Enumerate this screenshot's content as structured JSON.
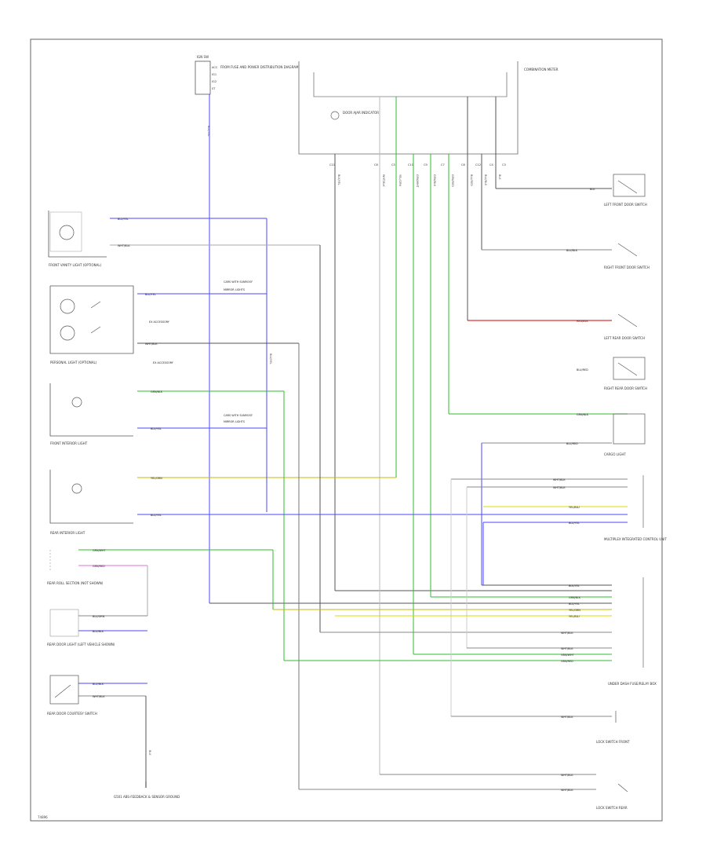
{
  "diagram": {
    "footer_code": "74896",
    "header_connector": {
      "name": "IGN SW",
      "pins": [
        "ACC",
        "IG1",
        "IG2",
        "ST"
      ],
      "note": "FROM FUSE AND POWER DISTRIBUTION DIAGRAM",
      "wire": "BLK/YEL"
    },
    "combination_meter": {
      "name": "COMBINATION METER",
      "indicator": "DOOR AJAR INDICATOR",
      "pins": [
        "C11",
        "C8",
        "C5",
        "C10",
        "C9",
        "C7",
        "C6",
        "C12",
        "C4",
        "C3"
      ]
    },
    "components": {
      "front_vanity": "FRONT VANITY LIGHT (OPTIONAL)",
      "personal_light": "PERSONAL LIGHT (OPTIONAL)",
      "front_interior": "FRONT INTERIOR LIGHT",
      "rear_interior": "REAR INTERIOR LIGHT",
      "rear_roll": "REAR ROLL SECTION (NOT SHOWN)",
      "rear_door": "REAR DOOR LIGHT (LEFT VEHICLE SHOWN)",
      "door_switch": "REAR DOOR COURTESY SWITCH",
      "lf_door_sw": "LEFT FRONT DOOR SWITCH",
      "rf_door_sw": "RIGHT FRONT DOOR SWITCH",
      "lr_door_sw": "LEFT REAR DOOR SWITCH",
      "rr_door_sw": "RIGHT REAR DOOR SWITCH",
      "cargo": "CARGO LIGHT",
      "multiplex": "MULTIPLEX INTEGRATED CONTROL UNIT",
      "under_dash": "UNDER DASH FUSE/RELAY BOX",
      "lock_sw_front": "LOCK SWITCH FRONT",
      "lock_sw_rear": "LOCK SWITCH REAR",
      "ground": "G501 ABS-FEEDBACK & SENSOR GROUND"
    },
    "wire_labels": {
      "blu_yel": "BLU/YEL",
      "wht_blk": "WHT/BLK",
      "grn_blk": "GRN/BLK",
      "yel_grn": "YEL/GRN",
      "blu_wht": "BLU/WHT",
      "red_blk": "RED/BLK",
      "blu_red": "BLU/RED",
      "grn_wht": "GRN/WHT",
      "grn_red": "GRN/RED",
      "blu_grn": "BLU/GRN",
      "blk_yel": "BLK/YEL",
      "yel_blu": "YEL/BLU",
      "blk": "BLK",
      "blu_blk": "BLU/BLK"
    },
    "notes": {
      "tail_note_1": "CARS WITH SUNROOF",
      "tail_note_2": "MIRROR LIGHTS",
      "dash_note": "EX ACCESSORY"
    },
    "colors": {
      "blue": "#3d3dff",
      "green": "#2fbf2f",
      "yellow": "#d8c800",
      "red": "#d00000",
      "gray": "#888888",
      "pink": "#e070e0",
      "frame": "#666666"
    }
  }
}
